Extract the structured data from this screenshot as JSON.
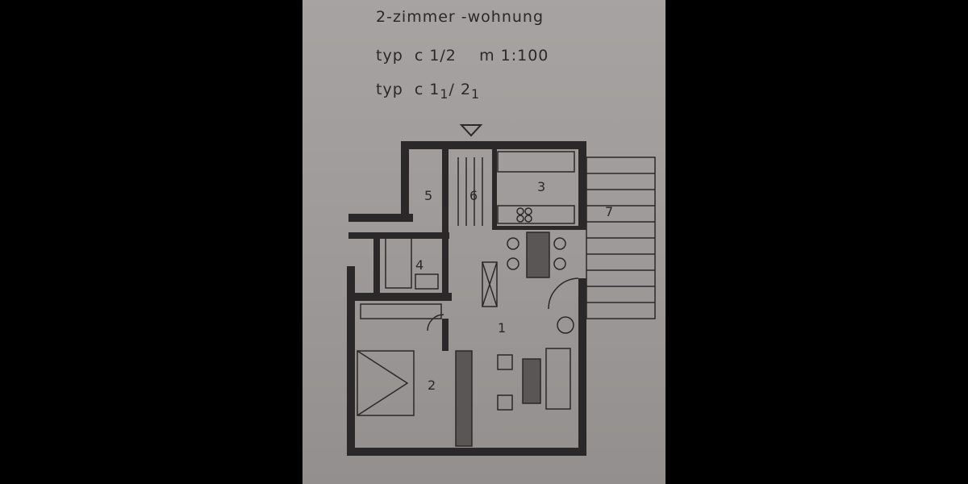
{
  "title": "2-zimmer -wohnung",
  "type_line_1": {
    "type": "typ  c 1/2",
    "scale": "m 1:100"
  },
  "type_line_2": {
    "prefix": "typ  c 1",
    "sub1": "1",
    "mid": "/ 2",
    "sub2": "1"
  },
  "rooms": [
    "1",
    "2",
    "3",
    "4",
    "5",
    "6",
    "7"
  ],
  "colors": {
    "paper": "#a29e9c",
    "ink": "#2a2828",
    "background": "#000000"
  },
  "entrance_marker": "triangle-down-icon"
}
